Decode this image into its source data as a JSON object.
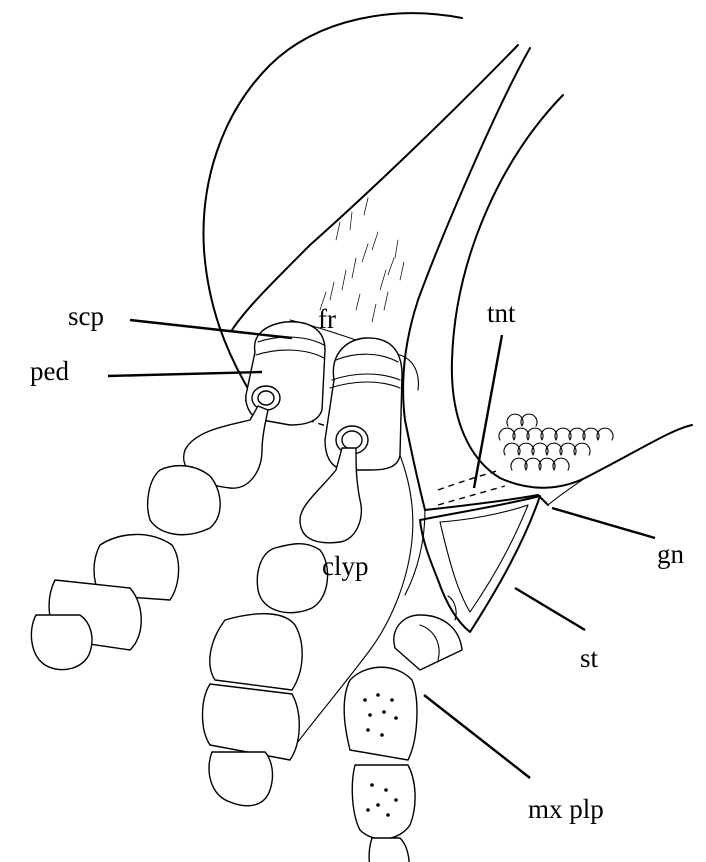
{
  "figure": {
    "labels": {
      "scp": "scp",
      "fr": "fr",
      "tnt": "tnt",
      "ped": "ped",
      "gn": "gn",
      "clyp": "clyp",
      "st": "st",
      "mx_plp": "mx plp"
    }
  }
}
